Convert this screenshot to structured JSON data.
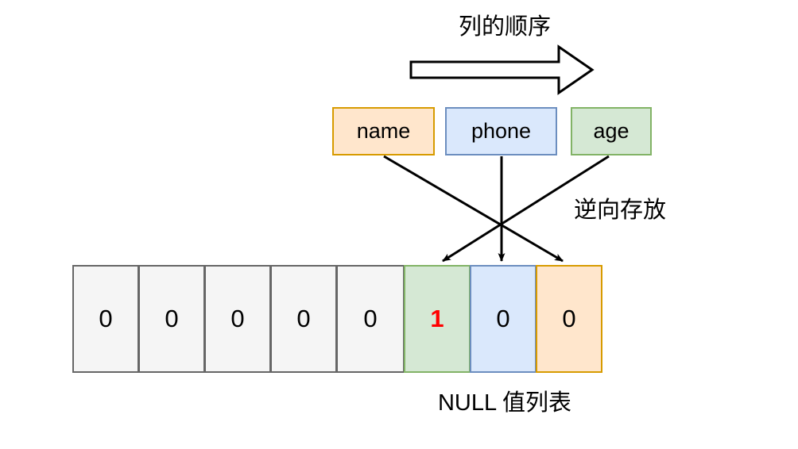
{
  "diagram": {
    "title": "列的顺序",
    "order_arrow": "block-arrow-right",
    "side_note": "逆向存放",
    "caption": "NULL 值列表",
    "columns": [
      {
        "label": "name",
        "fill": "#FFE6CC",
        "stroke": "#D79B00"
      },
      {
        "label": "phone",
        "fill": "#DAE8FC",
        "stroke": "#6C8EBF"
      },
      {
        "label": "age",
        "fill": "#D5E8D4",
        "stroke": "#82B366"
      }
    ],
    "null_bitmap": {
      "cells": [
        {
          "value": "0",
          "kind": "padding",
          "fill": "#F5F5F5",
          "stroke": "#666666"
        },
        {
          "value": "0",
          "kind": "padding",
          "fill": "#F5F5F5",
          "stroke": "#666666"
        },
        {
          "value": "0",
          "kind": "padding",
          "fill": "#F5F5F5",
          "stroke": "#666666"
        },
        {
          "value": "0",
          "kind": "padding",
          "fill": "#F5F5F5",
          "stroke": "#666666"
        },
        {
          "value": "0",
          "kind": "padding",
          "fill": "#F5F5F5",
          "stroke": "#666666"
        },
        {
          "value": "1",
          "kind": "age",
          "fill": "#D5E8D4",
          "stroke": "#82B366",
          "flag": true
        },
        {
          "value": "0",
          "kind": "phone",
          "fill": "#DAE8FC",
          "stroke": "#6C8EBF"
        },
        {
          "value": "0",
          "kind": "name",
          "fill": "#FFE6CC",
          "stroke": "#D79B00"
        }
      ]
    },
    "mappings": [
      {
        "from": "name",
        "to_cell_index": 7
      },
      {
        "from": "phone",
        "to_cell_index": 6
      },
      {
        "from": "age",
        "to_cell_index": 5
      }
    ],
    "colors": {
      "orange_fill": "#FFE6CC",
      "orange_stroke": "#D79B00",
      "blue_fill": "#DAE8FC",
      "blue_stroke": "#6C8EBF",
      "green_fill": "#D5E8D4",
      "green_stroke": "#82B366",
      "gray_fill": "#F5F5F5",
      "gray_stroke": "#666666",
      "flag_color": "#FF0000",
      "line_color": "#000000",
      "background": "#FFFFFF"
    }
  }
}
